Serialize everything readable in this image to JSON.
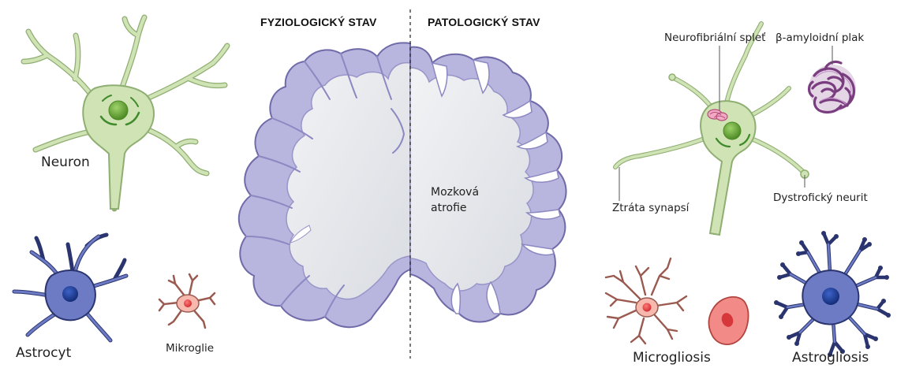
{
  "headers": {
    "left": "FYZIOLOGICKÝ STAV",
    "right": "PATOLOGICKÝ STAV"
  },
  "labels": {
    "neuron": "Neuron",
    "astrocyte": "Astrocyt",
    "microglia": "Mikroglie",
    "brain_atrophy_line1": "Mozková",
    "brain_atrophy_line2": "atrofie",
    "tangle": "Neurofibriální spleť",
    "plaque": "β-amyloidní plak",
    "synapse_loss": "Ztráta synapsí",
    "dystrophic": "Dystrofický neurit",
    "microgliosis": "Microgliosis",
    "astrogliosis": "Astrogliosis"
  },
  "colors": {
    "neuron_body": "#cfe3b5",
    "neuron_outline": "#8fae72",
    "nucleus_green": "#6ea83a",
    "astro_body": "#6d7bc4",
    "astro_nucleus": "#1f3f9a",
    "astro_outline": "#2a3570",
    "micro_body": "#f7b9ad",
    "micro_nucleus": "#e5484a",
    "micro_outline": "#9a5a50",
    "brain_gray": "#e6e8ec",
    "brain_cortex": "#b8b5de",
    "brain_outline": "#6f6aa8",
    "plaque": "#8a4a8f",
    "tangle": "#f3a9c4"
  }
}
